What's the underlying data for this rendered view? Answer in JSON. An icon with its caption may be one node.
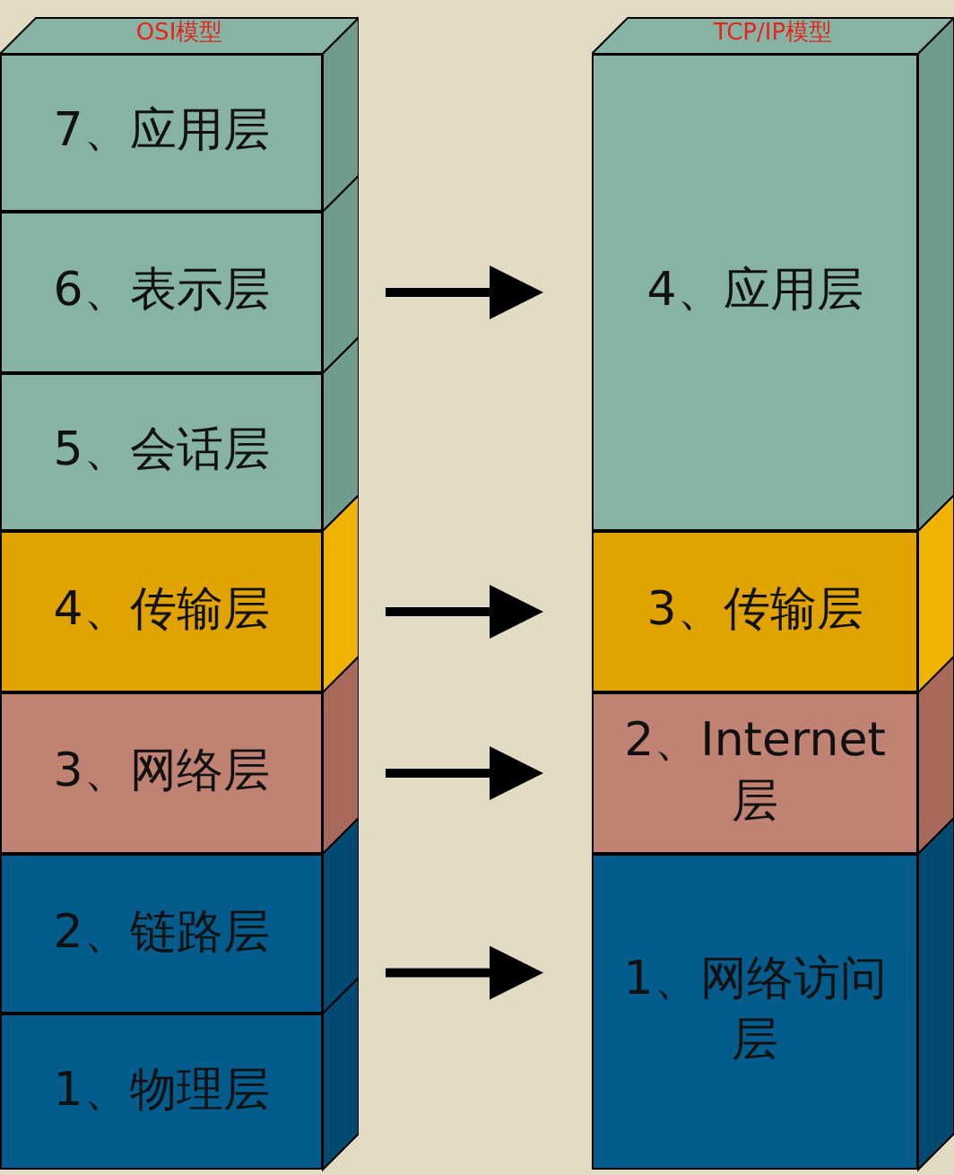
{
  "diagram": {
    "nodes": [
      {
        "text": [
          "OSI模型"
        ]
      },
      {
        "text": [
          "7、应用层"
        ],
        "in": 0
      },
      {
        "text": [
          "6、表示层"
        ],
        "in": 0
      },
      {
        "text": [
          "5、会话层"
        ],
        "in": 0
      },
      {
        "text": [
          "4、传输层"
        ],
        "in": 0
      },
      {
        "text": [
          "3、网络层"
        ],
        "in": 0
      },
      {
        "text": [
          "2、链路层"
        ],
        "in": 0
      },
      {
        "text": [
          "1、物理层"
        ],
        "in": 0
      },
      {
        "text": [
          "TCP/IP模型"
        ]
      },
      {
        "text": [
          "4、应用层"
        ],
        "in": 8
      },
      {
        "text": [
          "3、传输层"
        ],
        "in": 8
      },
      {
        "text": [
          "2、Internet层"
        ],
        "in": 8
      },
      {
        "text": [
          "1、网络访问层"
        ],
        "in": 8
      }
    ],
    "edges": [
      {
        "from": 2,
        "to": 9,
        "arrow": "to"
      },
      {
        "from": 4,
        "to": 10,
        "arrow": "to"
      },
      {
        "from": 5,
        "to": 11,
        "arrow": "to"
      },
      {
        "from": 6,
        "to": 12,
        "arrow": "to"
      }
    ]
  }
}
